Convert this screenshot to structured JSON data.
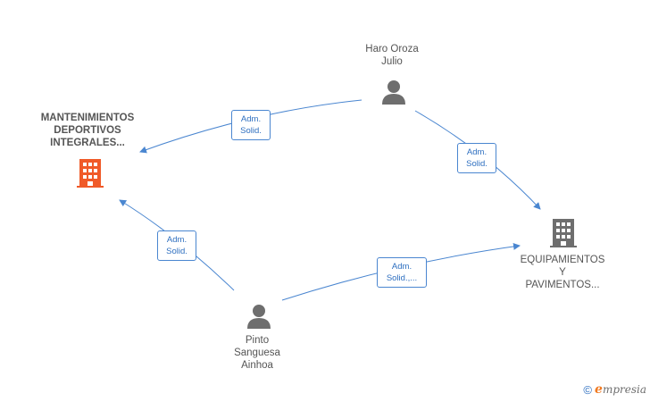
{
  "nodes": {
    "mantenimientos": {
      "label": "MANTENIMIENTOS\nDEPORTIVOS\nINTEGRALES...",
      "type": "company",
      "color": "#f05a28"
    },
    "equipamientos": {
      "label": "EQUIPAMIENTOS\nY\nPAVIMENTOS...",
      "type": "company",
      "color": "#6e6e6e"
    },
    "haro": {
      "label": "Haro Oroza\nJulio",
      "type": "person",
      "color": "#6e6e6e"
    },
    "pinto": {
      "label": "Pinto\nSanguesa\nAinhoa",
      "type": "person",
      "color": "#6e6e6e"
    }
  },
  "edges": [
    {
      "from": "haro",
      "to": "mantenimientos",
      "label": "Adm.\nSolid."
    },
    {
      "from": "haro",
      "to": "equipamientos",
      "label": "Adm.\nSolid."
    },
    {
      "from": "pinto",
      "to": "mantenimientos",
      "label": "Adm.\nSolid."
    },
    {
      "from": "pinto",
      "to": "equipamientos",
      "label": "Adm.\nSolid.,..."
    }
  ],
  "colors": {
    "edge": "#4a86d0",
    "label_border": "#4a86d0"
  },
  "footer": {
    "copyright_symbol": "©",
    "brand_initial": "e",
    "brand_rest": "mpresia"
  }
}
